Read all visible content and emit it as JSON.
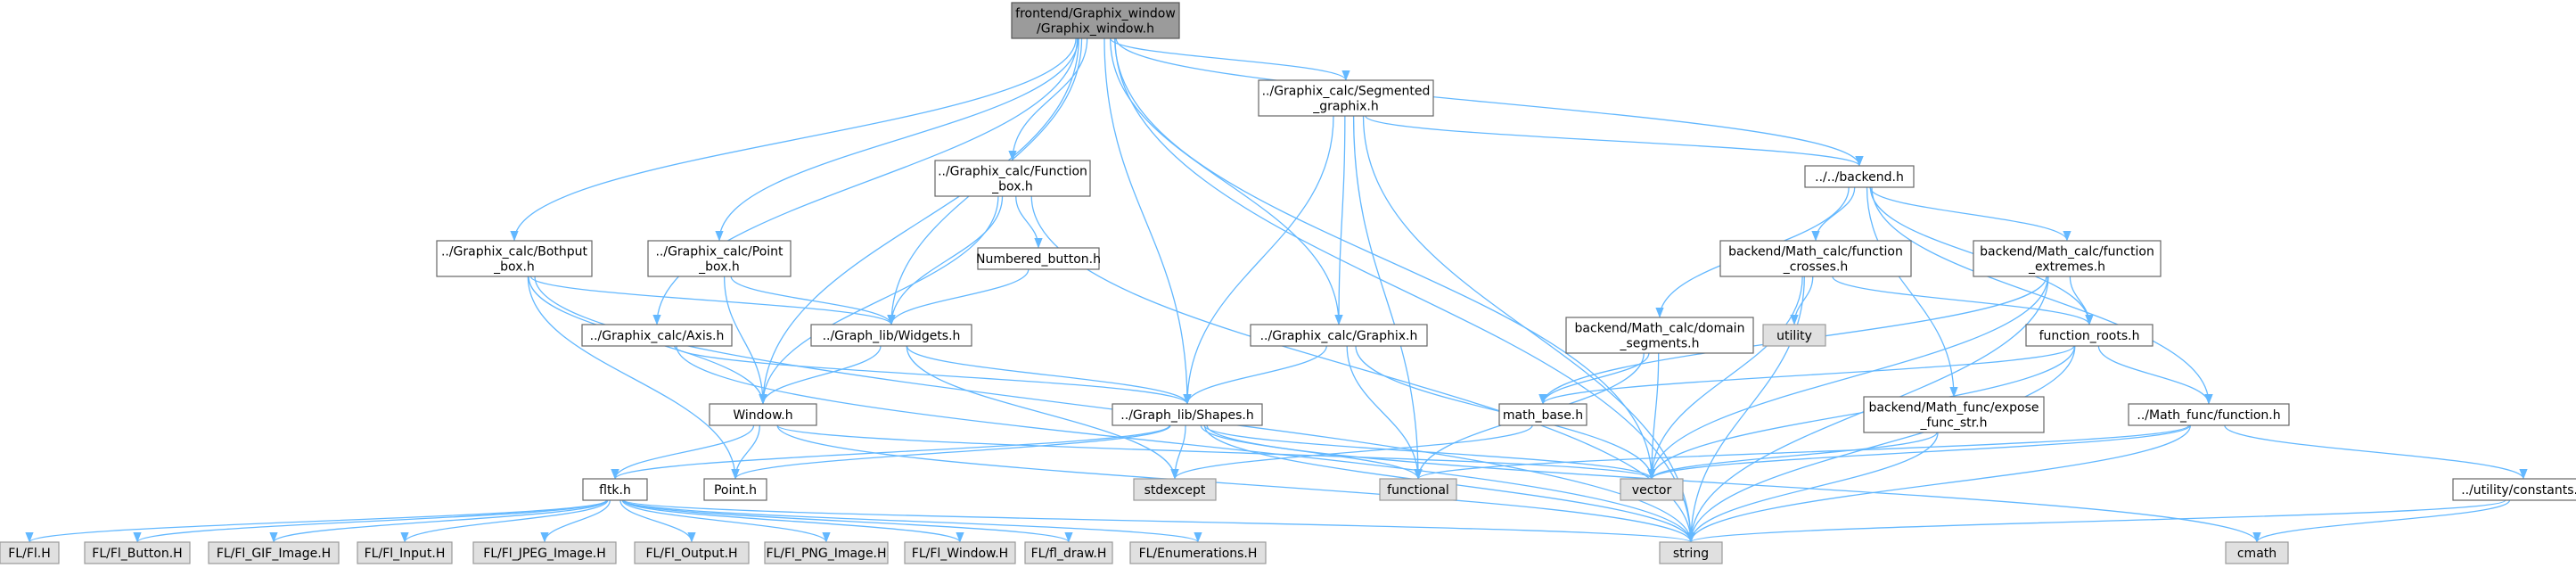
{
  "diagram": {
    "type": "include-dependency-graph",
    "edge_color": "#63b8ff",
    "root_fill": "#9b9b9b",
    "system_fill": "#e0e0e0",
    "local_fill": "#ffffff",
    "nodes": [
      {
        "id": "root",
        "lines": [
          "frontend/Graphix_window",
          "/Graphix_window.h"
        ],
        "kind": "root"
      },
      {
        "id": "window",
        "lines": [
          "Window.h"
        ],
        "kind": "local"
      },
      {
        "id": "bothput",
        "lines": [
          "../Graphix_calc/Bothput",
          "_box.h"
        ],
        "kind": "local"
      },
      {
        "id": "axis",
        "lines": [
          "../Graphix_calc/Axis.h"
        ],
        "kind": "local"
      },
      {
        "id": "pointbox",
        "lines": [
          "../Graphix_calc/Point",
          "_box.h"
        ],
        "kind": "local"
      },
      {
        "id": "funcbox",
        "lines": [
          "../Graphix_calc/Function",
          "_box.h"
        ],
        "kind": "local"
      },
      {
        "id": "numbered",
        "lines": [
          "Numbered_button.h"
        ],
        "kind": "local"
      },
      {
        "id": "widgets",
        "lines": [
          "../Graph_lib/Widgets.h"
        ],
        "kind": "local"
      },
      {
        "id": "segmented",
        "lines": [
          "../Graphix_calc/Segmented",
          "_graphix.h"
        ],
        "kind": "local"
      },
      {
        "id": "graphix",
        "lines": [
          "../Graphix_calc/Graphix.h"
        ],
        "kind": "local"
      },
      {
        "id": "shapes",
        "lines": [
          "../Graph_lib/Shapes.h"
        ],
        "kind": "local"
      },
      {
        "id": "backend",
        "lines": [
          "../../backend.h"
        ],
        "kind": "local"
      },
      {
        "id": "crosses",
        "lines": [
          "backend/Math_calc/function",
          "_crosses.h"
        ],
        "kind": "local"
      },
      {
        "id": "extremes",
        "lines": [
          "backend/Math_calc/function",
          "_extremes.h"
        ],
        "kind": "local"
      },
      {
        "id": "domain",
        "lines": [
          "backend/Math_calc/domain",
          "_segments.h"
        ],
        "kind": "local"
      },
      {
        "id": "utility",
        "lines": [
          "utility"
        ],
        "kind": "system"
      },
      {
        "id": "roots",
        "lines": [
          "function_roots.h"
        ],
        "kind": "local"
      },
      {
        "id": "mathbase",
        "lines": [
          "math_base.h"
        ],
        "kind": "local"
      },
      {
        "id": "expose",
        "lines": [
          "backend/Math_func/expose",
          "_func_str.h"
        ],
        "kind": "local"
      },
      {
        "id": "mathfunc",
        "lines": [
          "../Math_func/function.h"
        ],
        "kind": "local"
      },
      {
        "id": "constants",
        "lines": [
          "../utility/constants.h"
        ],
        "kind": "local"
      },
      {
        "id": "fltk",
        "lines": [
          "fltk.h"
        ],
        "kind": "local"
      },
      {
        "id": "point",
        "lines": [
          "Point.h"
        ],
        "kind": "local"
      },
      {
        "id": "stdexcept",
        "lines": [
          "stdexcept"
        ],
        "kind": "system"
      },
      {
        "id": "functional",
        "lines": [
          "functional"
        ],
        "kind": "system"
      },
      {
        "id": "vector",
        "lines": [
          "vector"
        ],
        "kind": "system"
      },
      {
        "id": "string",
        "lines": [
          "string"
        ],
        "kind": "system"
      },
      {
        "id": "cmath",
        "lines": [
          "cmath"
        ],
        "kind": "system"
      },
      {
        "id": "fl_h",
        "lines": [
          "FL/Fl.H"
        ],
        "kind": "system"
      },
      {
        "id": "fl_button",
        "lines": [
          "FL/Fl_Button.H"
        ],
        "kind": "system"
      },
      {
        "id": "fl_gif",
        "lines": [
          "FL/Fl_GIF_Image.H"
        ],
        "kind": "system"
      },
      {
        "id": "fl_input",
        "lines": [
          "FL/Fl_Input.H"
        ],
        "kind": "system"
      },
      {
        "id": "fl_jpeg",
        "lines": [
          "FL/Fl_JPEG_Image.H"
        ],
        "kind": "system"
      },
      {
        "id": "fl_output",
        "lines": [
          "FL/Fl_Output.H"
        ],
        "kind": "system"
      },
      {
        "id": "fl_png",
        "lines": [
          "FL/Fl_PNG_Image.H"
        ],
        "kind": "system"
      },
      {
        "id": "fl_window",
        "lines": [
          "FL/Fl_Window.H"
        ],
        "kind": "system"
      },
      {
        "id": "fl_draw",
        "lines": [
          "FL/fl_draw.H"
        ],
        "kind": "system"
      },
      {
        "id": "fl_enum",
        "lines": [
          "FL/Enumerations.H"
        ],
        "kind": "system"
      }
    ],
    "edges": [
      [
        "root",
        "window"
      ],
      [
        "root",
        "bothput"
      ],
      [
        "root",
        "axis"
      ],
      [
        "root",
        "pointbox"
      ],
      [
        "root",
        "funcbox"
      ],
      [
        "root",
        "widgets"
      ],
      [
        "root",
        "segmented"
      ],
      [
        "root",
        "graphix"
      ],
      [
        "root",
        "shapes"
      ],
      [
        "root",
        "backend"
      ],
      [
        "root",
        "vector"
      ],
      [
        "root",
        "string"
      ],
      [
        "bothput",
        "window"
      ],
      [
        "bothput",
        "widgets"
      ],
      [
        "bothput",
        "point"
      ],
      [
        "bothput",
        "string"
      ],
      [
        "axis",
        "shapes"
      ],
      [
        "axis",
        "string"
      ],
      [
        "pointbox",
        "window"
      ],
      [
        "pointbox",
        "widgets"
      ],
      [
        "funcbox",
        "numbered"
      ],
      [
        "funcbox",
        "widgets"
      ],
      [
        "funcbox",
        "window"
      ],
      [
        "funcbox",
        "string"
      ],
      [
        "numbered",
        "widgets"
      ],
      [
        "widgets",
        "window"
      ],
      [
        "widgets",
        "shapes"
      ],
      [
        "widgets",
        "stdexcept"
      ],
      [
        "segmented",
        "backend"
      ],
      [
        "segmented",
        "graphix"
      ],
      [
        "segmented",
        "shapes"
      ],
      [
        "segmented",
        "functional"
      ],
      [
        "segmented",
        "string"
      ],
      [
        "graphix",
        "shapes"
      ],
      [
        "graphix",
        "functional"
      ],
      [
        "graphix",
        "vector"
      ],
      [
        "window",
        "fltk"
      ],
      [
        "window",
        "point"
      ],
      [
        "window",
        "vector"
      ],
      [
        "window",
        "string"
      ],
      [
        "shapes",
        "fltk"
      ],
      [
        "shapes",
        "point"
      ],
      [
        "shapes",
        "stdexcept"
      ],
      [
        "shapes",
        "functional"
      ],
      [
        "shapes",
        "vector"
      ],
      [
        "shapes",
        "string"
      ],
      [
        "shapes",
        "cmath"
      ],
      [
        "backend",
        "crosses"
      ],
      [
        "backend",
        "extremes"
      ],
      [
        "backend",
        "domain"
      ],
      [
        "backend",
        "roots"
      ],
      [
        "backend",
        "expose"
      ],
      [
        "backend",
        "mathfunc"
      ],
      [
        "crosses",
        "utility"
      ],
      [
        "crosses",
        "roots"
      ],
      [
        "crosses",
        "vector"
      ],
      [
        "crosses",
        "string"
      ],
      [
        "extremes",
        "roots"
      ],
      [
        "extremes",
        "mathbase"
      ],
      [
        "extremes",
        "vector"
      ],
      [
        "extremes",
        "string"
      ],
      [
        "domain",
        "mathbase"
      ],
      [
        "domain",
        "vector"
      ],
      [
        "domain",
        "functional"
      ],
      [
        "roots",
        "mathfunc"
      ],
      [
        "roots",
        "mathbase"
      ],
      [
        "roots",
        "vector"
      ],
      [
        "roots",
        "string"
      ],
      [
        "mathbase",
        "stdexcept"
      ],
      [
        "expose",
        "vector"
      ],
      [
        "expose",
        "string"
      ],
      [
        "mathfunc",
        "constants"
      ],
      [
        "mathfunc",
        "functional"
      ],
      [
        "mathfunc",
        "vector"
      ],
      [
        "mathfunc",
        "string"
      ],
      [
        "constants",
        "string"
      ],
      [
        "constants",
        "cmath"
      ],
      [
        "fltk",
        "fl_h"
      ],
      [
        "fltk",
        "fl_button"
      ],
      [
        "fltk",
        "fl_gif"
      ],
      [
        "fltk",
        "fl_input"
      ],
      [
        "fltk",
        "fl_jpeg"
      ],
      [
        "fltk",
        "fl_output"
      ],
      [
        "fltk",
        "fl_png"
      ],
      [
        "fltk",
        "fl_window"
      ],
      [
        "fltk",
        "fl_draw"
      ],
      [
        "fltk",
        "fl_enum"
      ],
      [
        "fltk",
        "string"
      ]
    ]
  }
}
